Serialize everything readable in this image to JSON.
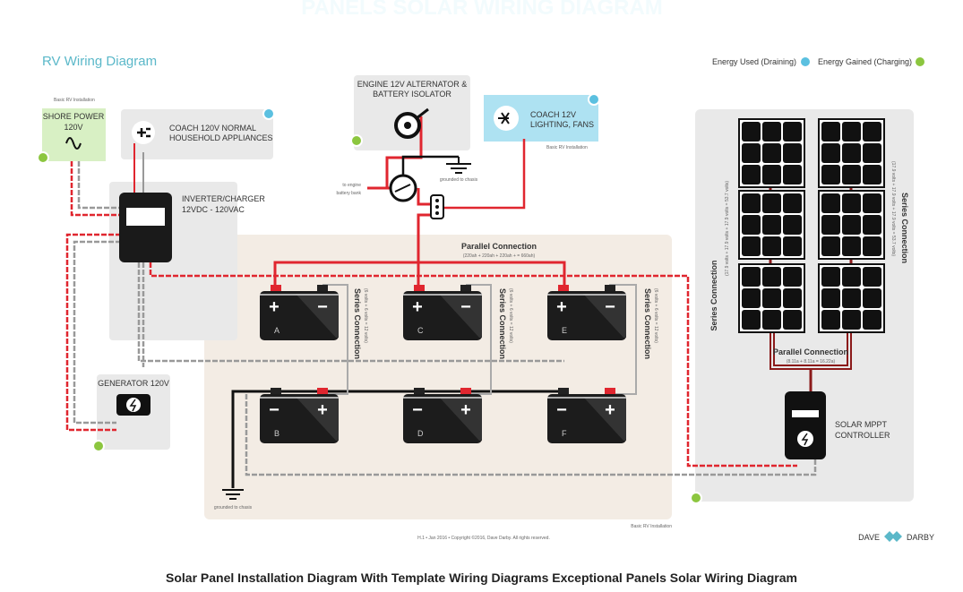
{
  "watermark": "PANELS SOLAR WIRING DIAGRAM",
  "title": "RV Wiring Diagram",
  "legend": {
    "used": "Energy Used (Draining)",
    "gained": "Energy Gained (Charging)"
  },
  "colors": {
    "title": "#5bb8c9",
    "used": "#5bc0e0",
    "gained": "#8cc63f",
    "wire_pos": "#e0262f",
    "wire_neg": "#111111",
    "ground_area": "#f3ece4",
    "panel_area": "#e9e9e9",
    "shore": "#d8f0c4",
    "coach12": "#aee2f2"
  },
  "labels": {
    "basic_rv_1": "Basic RV Installation",
    "shore_1": "SHORE POWER",
    "shore_2": "120V",
    "coach120_1": "COACH 120V NORMAL",
    "coach120_2": "HOUSEHOLD APPLIANCES",
    "inverter_1": "INVERTER/CHARGER",
    "inverter_2": "12VDC - 120VAC",
    "engine_1": "ENGINE 12V ALTERNATOR &",
    "engine_2": "BATTERY ISOLATOR",
    "coach12_1": "COACH 12V",
    "coach12_2": "LIGHTING, FANS",
    "basic_rv_2": "Basic RV Installation",
    "grounded_1": "grounded to chasis",
    "engine_bank_1": "to engine",
    "engine_bank_2": "battery bank",
    "parallel_1": "Parallel Connection",
    "parallel_1_eq": "(220ah + 220ah + 220ah + = 660ah)",
    "series_bat": "Series Connection",
    "series_bat_eq": "(6 volts + 6 volts = 12 volts)",
    "generator": "GENERATOR 120V",
    "grounded_2": "grounded to chasis",
    "basic_rv_3": "Basic RV Installation",
    "series_solar": "Series Connection",
    "series_solar_eq": "(17.9 volts + 17.9 volts + 17.9 volts = 53.7 volts)",
    "parallel_solar": "Parallel Connection",
    "parallel_solar_eq": "(8.11a + 8.11a = 16.22a)",
    "mppt_1": "SOLAR MPPT",
    "mppt_2": "CONTROLLER",
    "copyright": "H.1 • Jan 2016 • Copyright ©2016, Dave Darby.  All rights reserved.",
    "brand_1": "DAVE",
    "brand_2": "DARBY"
  },
  "batteries": [
    {
      "id": "A",
      "pos": "+",
      "neg": "−"
    },
    {
      "id": "C",
      "pos": "+",
      "neg": "−"
    },
    {
      "id": "E",
      "pos": "+",
      "neg": "−"
    },
    {
      "id": "B",
      "pos": "+",
      "neg": "−"
    },
    {
      "id": "D",
      "pos": "+",
      "neg": "−"
    },
    {
      "id": "F",
      "pos": "+",
      "neg": "−"
    }
  ],
  "caption": "Solar Panel Installation Diagram With Template Wiring Diagrams Exceptional Panels Solar Wiring Diagram"
}
